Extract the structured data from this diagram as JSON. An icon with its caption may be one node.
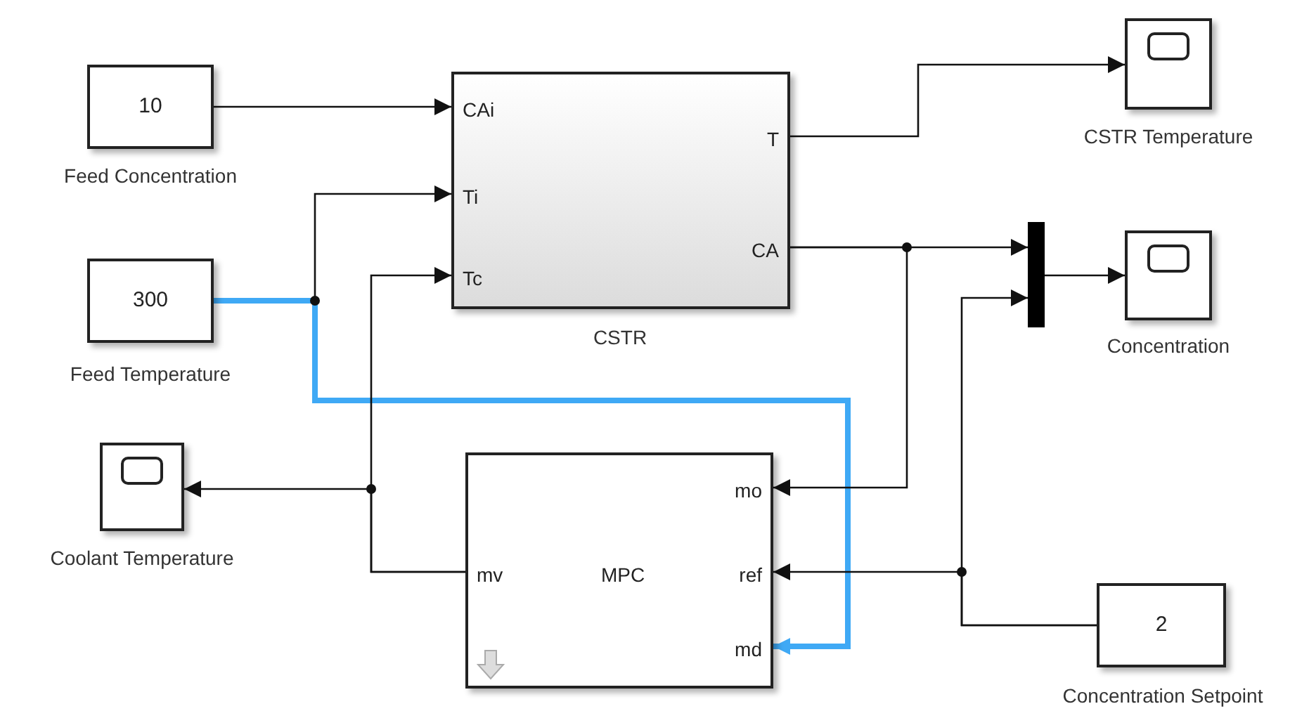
{
  "diagram": {
    "nodes": [
      {
        "text": [
          "10"
        ],
        "beside": [
          "Feed Concentration"
        ]
      },
      {
        "text": [
          "300"
        ],
        "beside": [
          "Feed Temperature"
        ]
      },
      {
        "text": [
          "CAi",
          "Ti",
          "Tc",
          "T",
          "CA"
        ],
        "beside": [
          "CSTR"
        ]
      },
      {
        "text": [],
        "shape": "box",
        "beside": [
          "CSTR Temperature"
        ]
      },
      {
        "text": [],
        "shape": "bar"
      },
      {
        "text": [],
        "shape": "box",
        "beside": [
          "Concentration"
        ]
      },
      {
        "text": [],
        "shape": "box",
        "beside": [
          "Coolant Temperature"
        ]
      },
      {
        "text": [
          "mo",
          "mv",
          "MPC",
          "ref",
          "md"
        ]
      },
      {
        "text": [
          "2"
        ],
        "beside": [
          "Concentration Setpoint"
        ]
      }
    ],
    "edges": [
      {
        "from": 0,
        "to": 2,
        "arrow": "to"
      },
      {
        "from": 1,
        "to": 2,
        "arrow": "to"
      },
      {
        "from": 1,
        "to": 7,
        "arrow": "to",
        "style": "thick",
        "color": "#3fa9f5"
      },
      {
        "from": 7,
        "to": 2,
        "arrow": "to"
      },
      {
        "from": 7,
        "to": 6,
        "arrow": "to"
      },
      {
        "from": 2,
        "to": 3,
        "arrow": "to"
      },
      {
        "from": 2,
        "to": 4,
        "arrow": "to"
      },
      {
        "from": 2,
        "to": 7,
        "arrow": "to"
      },
      {
        "from": 8,
        "to": 4,
        "arrow": "to"
      },
      {
        "from": 8,
        "to": 7,
        "arrow": "to"
      },
      {
        "from": 4,
        "to": 5,
        "arrow": "to"
      }
    ]
  }
}
